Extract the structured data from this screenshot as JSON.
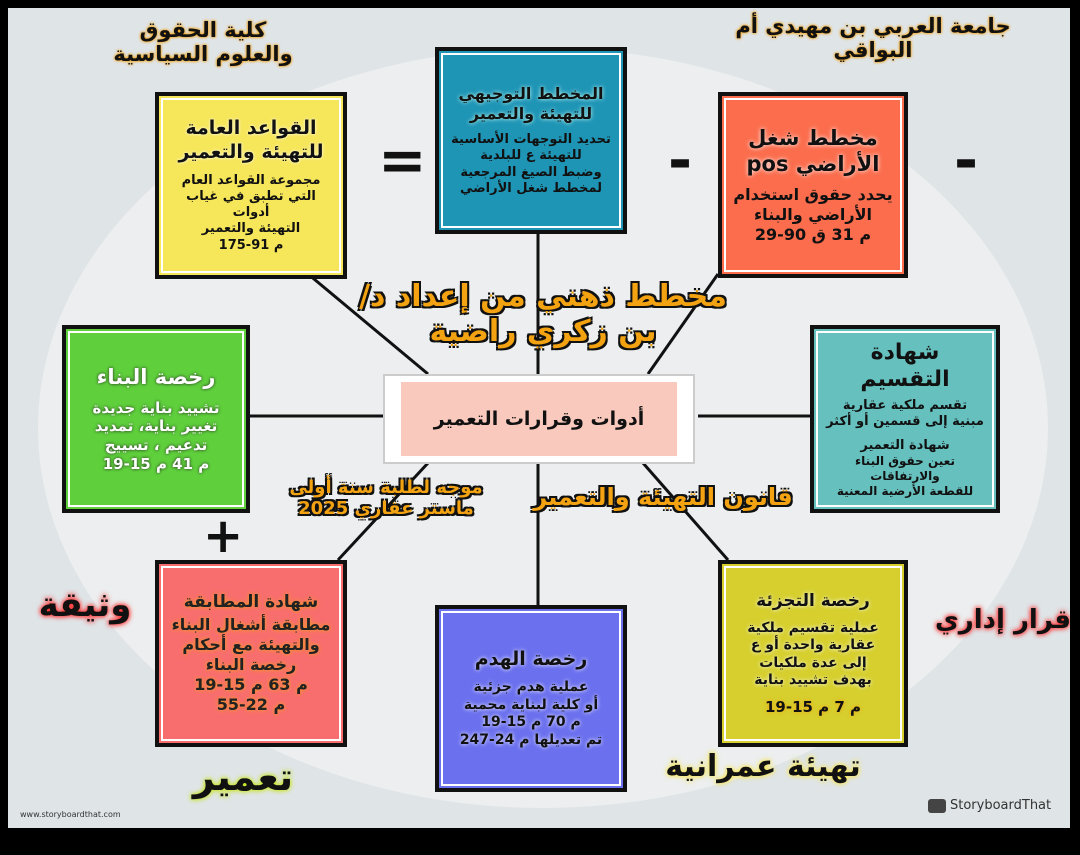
{
  "header": {
    "left_title": "كلية الحقوق والعلوم السياسية",
    "right_title": "جامعة العربي بن مهيدي أم البواقي"
  },
  "symbols": {
    "equals": "=",
    "minus1": "-",
    "minus2": "-",
    "plus": "+"
  },
  "author": "مخطط ذهني من إعداد د/ بن زكري راضية",
  "center": "أدوات وقرارات التعمير",
  "audience": "موجه لطلبة سنة أولى ماستر عقاري 2025",
  "law_label": "قانون التهيئة والتعمير",
  "boxes": {
    "general_rules": {
      "title": "القواعد العامة للتهيئة والتعمير",
      "body": [
        "مجموعة القواعد العام",
        "التي تطبق في غياب أدوات",
        "التهيئة والتعمير",
        "م 91-175"
      ]
    },
    "pdau": {
      "title": "المخطط التوجيهي للتهيئة والتعمير",
      "body": [
        "تحديد التوجهات الأساسية",
        "للتهيئة ع للبلدية",
        "وضبط الصيغ المرجعية",
        "لمخطط شغل الأراضي"
      ]
    },
    "pos": {
      "title": "مخطط شغل الأراضي pos",
      "body": [
        "يحدد حقوق استخدام",
        "الأراضي والبناء",
        "م 31 ق 90-29"
      ]
    },
    "building_permit": {
      "title": "رخصة البناء",
      "body": [
        "تشييد بناية جديدة",
        "تغيير بناية، تمديد",
        "تدعيم ، تسييج",
        "م 41 م 15-19"
      ]
    },
    "division_cert": {
      "title": "شهادة التقسيم",
      "body": [
        "تقسم ملكية عقارية",
        "مبنية إلى قسمين أو أكثر"
      ],
      "sub_title": "شهادة التعمير",
      "sub_body": [
        "تعين حقوق البناء والارتفاقات",
        "للقطعة الأرضية المعنية"
      ]
    },
    "conformity_cert": {
      "title": "شهادة المطابقة",
      "body": [
        "مطابقة أشغال البناء",
        "والتهيئة مع أحكام",
        "رخصة البناء",
        "م 63 م 15-19",
        "م 22-55"
      ]
    },
    "demolition_permit": {
      "title": "رخصة الهدم",
      "body": [
        "عملية هدم جزئية",
        "أو كلية لبناية محمية",
        "م 70 م 15-19",
        "تم تعديلها م 24-247"
      ]
    },
    "subdivision_permit": {
      "title": "رخصة التجزئة",
      "body": [
        "عملية تقسيم ملكية",
        "عقارية واحدة أو ع",
        "إلى عدة ملكيات",
        "بهدف تشييد بناية",
        "م 7 م 15-19"
      ]
    }
  },
  "side_labels": {
    "document": "وثيقة",
    "admin_decision": "قرار إداري",
    "urbanism": "تعمير",
    "planning": "تهيئة عمرانية"
  },
  "footer": {
    "website": "www.storyboardthat.com",
    "brand": "StoryboardThat"
  },
  "colors": {
    "yellow": "#f6e65a",
    "teal": "#1f95b6",
    "orange": "#fb6d4d",
    "green": "#5fd03c",
    "pink": "#f8c9bc",
    "teal2": "#66c0be",
    "red": "#f86e6e",
    "blue": "#6b70ee",
    "olive": "#d6cf2e"
  }
}
